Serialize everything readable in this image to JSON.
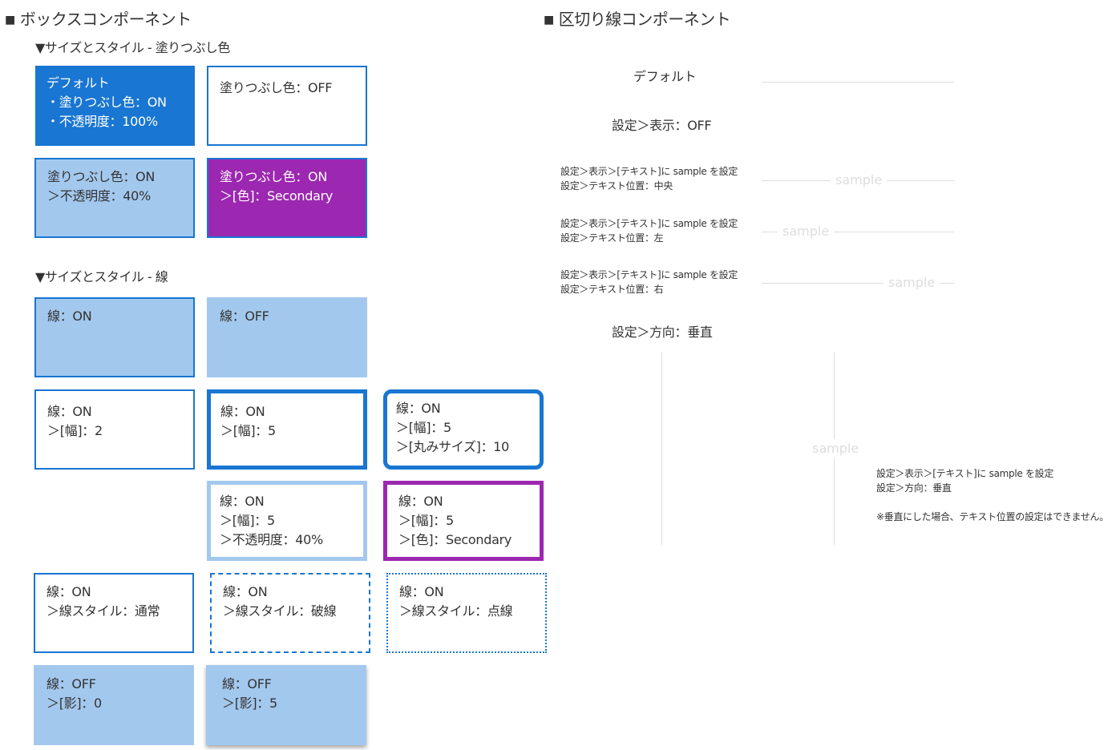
{
  "colors": {
    "primary": "#1976d2",
    "light": "#a3c8ee",
    "secondary": "#9c27b0",
    "divider": "#dddddd",
    "text": "#333333"
  },
  "box_section": {
    "title": "ボックスコンポーネント",
    "subtitle_fill": "▼サイズとスタイル - 塗りつぶし色",
    "subtitle_line": "▼サイズとスタイル - 線",
    "boxes": {
      "default": {
        "line1": "デフォルト",
        "line2": "・塗りつぶし色：ON",
        "line3": "・不透明度：100%"
      },
      "fill_off": {
        "line1": "塗りつぶし色：OFF"
      },
      "fill_on_opacity": {
        "line1": "塗りつぶし色：ON",
        "line2": "＞不透明度：40%"
      },
      "fill_on_secondary": {
        "line1": "塗りつぶし色：ON",
        "line2": "＞[色]：Secondary"
      },
      "line_on": {
        "line1": "線：ON"
      },
      "line_off": {
        "line1": "線：OFF"
      },
      "width2": {
        "line1": "線：ON",
        "line2": "＞[幅]：2"
      },
      "width5": {
        "line1": "線：ON",
        "line2": "＞[幅]：5"
      },
      "rounded": {
        "line1": "線：ON",
        "line2": "＞[幅]：5",
        "line3": "＞[丸みサイズ]：10"
      },
      "opacity40": {
        "line1": "線：ON",
        "line2": "＞[幅]：5",
        "line3": "＞不透明度：40%"
      },
      "color_secondary": {
        "line1": "線：ON",
        "line2": "＞[幅]：5",
        "line3": "＞[色]：Secondary"
      },
      "style_solid": {
        "line1": "線：ON",
        "line2": "＞線スタイル：通常"
      },
      "style_dashed": {
        "line1": "線：ON",
        "line2": "＞線スタイル：破線"
      },
      "style_dotted": {
        "line1": "線：ON",
        "line2": "＞線スタイル：点線"
      },
      "shadow0": {
        "line1": "線：OFF",
        "line2": "＞[影]：0"
      },
      "shadow5": {
        "line1": "線：OFF",
        "line2": "＞[影]：5"
      }
    }
  },
  "divider_section": {
    "title": "区切り線コンポーネント",
    "default_label": "デフォルト",
    "display_off_label": "設定＞表示：OFF",
    "center": {
      "line1": "設定＞表示＞[テキスト]に sample を設定",
      "line2": "設定＞テキスト位置：中央",
      "text": "sample"
    },
    "left": {
      "line1": "設定＞表示＞[テキスト]に sample を設定",
      "line2": "設定＞テキスト位置：左",
      "text": "sample"
    },
    "right": {
      "line1": "設定＞表示＞[テキスト]に sample を設定",
      "line2": "設定＞テキスト位置：右",
      "text": "sample"
    },
    "vertical_label": "設定＞方向：垂直",
    "vertical_text": "sample",
    "vertical_note": {
      "line1": "設定＞表示＞[テキスト]に sample を設定",
      "line2": "設定＞方向：垂直",
      "line3": "※垂直にした場合、テキスト位置の設定はできません。"
    }
  }
}
